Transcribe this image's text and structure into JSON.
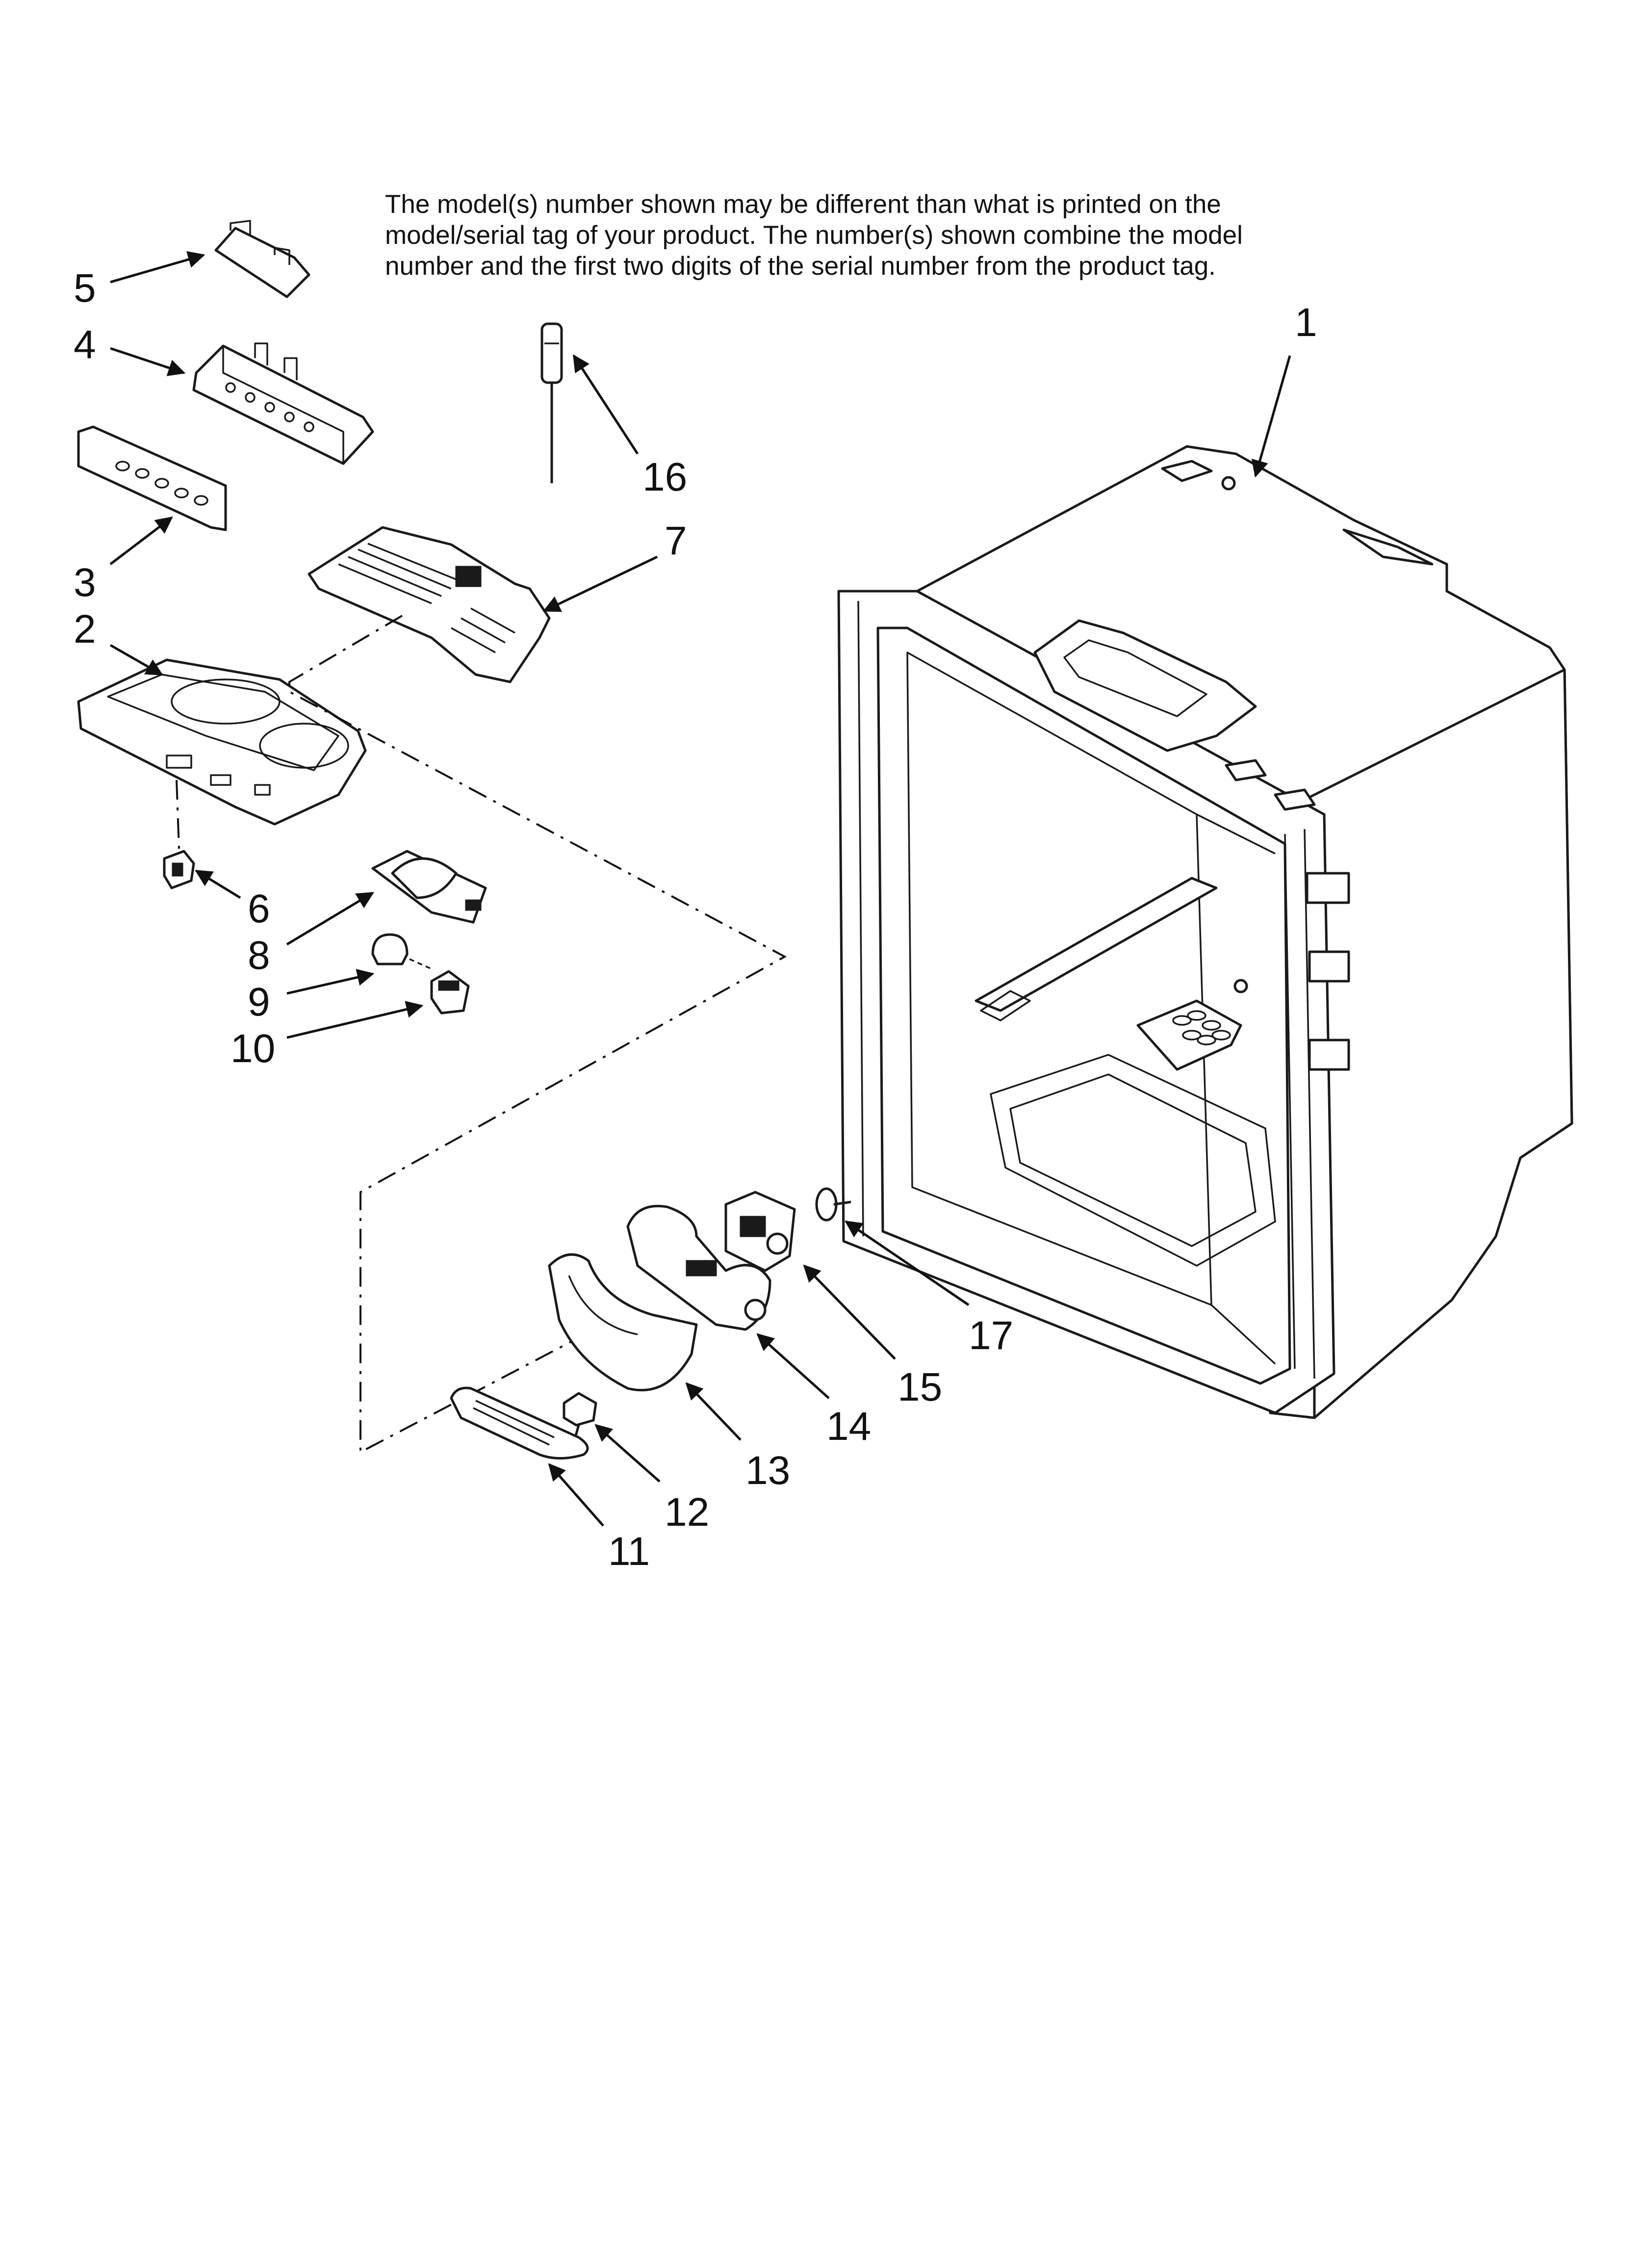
{
  "note": {
    "lines": [
      "The model(s) number shown may be different than what is printed on the",
      "model/serial tag of your product. The number(s) shown combine the model",
      "number and the first two digits of the serial number from the product tag."
    ]
  },
  "callouts": {
    "p1": "1",
    "p2": "2",
    "p3": "3",
    "p4": "4",
    "p5": "5",
    "p6": "6",
    "p7": "7",
    "p8": "8",
    "p9": "9",
    "p10": "10",
    "p11": "11",
    "p12": "12",
    "p13": "13",
    "p14": "14",
    "p15": "15",
    "p16": "16",
    "p17": "17"
  }
}
